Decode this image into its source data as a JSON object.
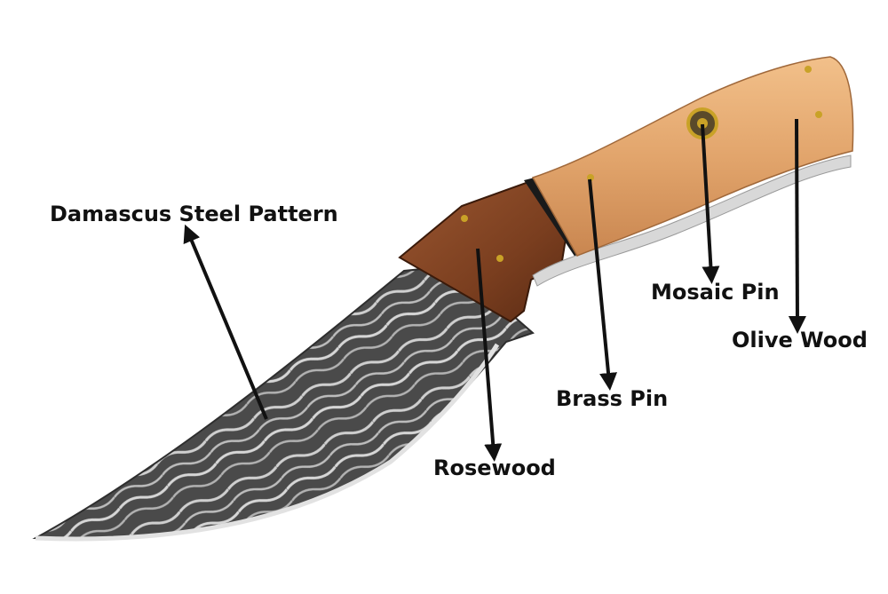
{
  "labels": {
    "damascus": "Damascus Steel Pattern",
    "rosewood": "Rosewood",
    "brass_pin": "Brass Pin",
    "mosaic_pin": "Mosaic Pin",
    "olive_wood": "Olive Wood"
  },
  "colors": {
    "background": "#ffffff",
    "label_text": "#111111",
    "arrow": "#111111",
    "blade_dark": "#4a4a4a",
    "blade_light": "#c9c9c9",
    "rosewood": "#7a3e1f",
    "olive_wood": "#e0a56e",
    "spacer": "#1a1a1a",
    "brass": "#c9a227"
  }
}
